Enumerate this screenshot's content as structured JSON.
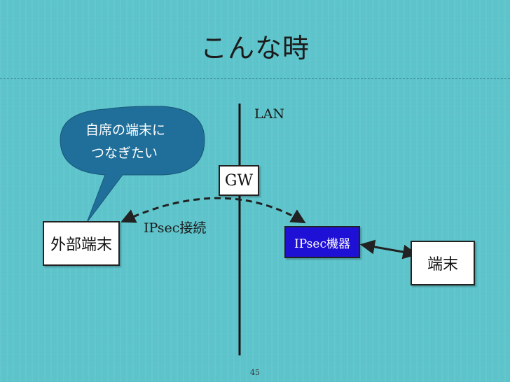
{
  "slide": {
    "title": "こんな時",
    "page_number": "45"
  },
  "diagram": {
    "lan_label": "LAN",
    "gw_label": "GW",
    "external_terminal_label": "外部端末",
    "ipsec_device_label": "IPsec機器",
    "terminal_label": "端末",
    "connection_label": "IPsec接続",
    "speech_bubble": {
      "line1": "自席の端末に",
      "line2": "つなぎたい"
    }
  },
  "colors": {
    "background": "#5ec4cc",
    "bubble": "#1f6f9a",
    "ipsec_box": "#1f10d6"
  }
}
